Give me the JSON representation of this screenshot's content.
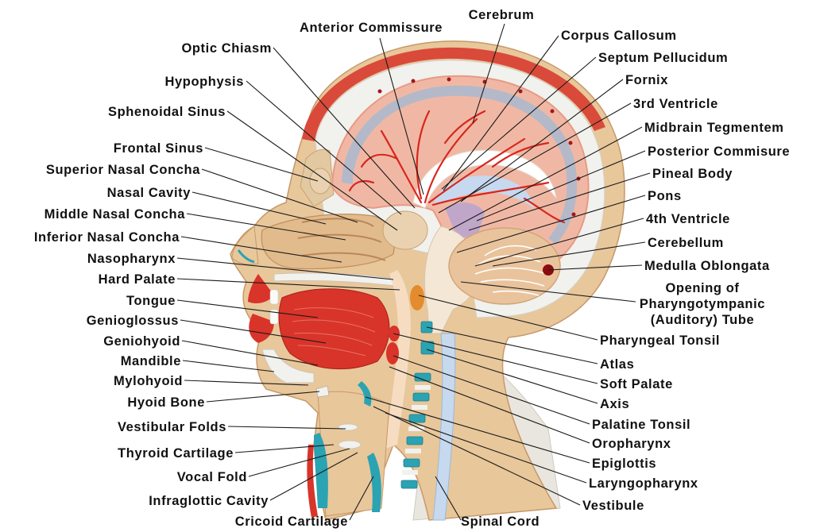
{
  "colors": {
    "skin": "#e8c79b",
    "skin_dark": "#d9a877",
    "scalp_red": "#d94a3a",
    "bone": "#f1f1ee",
    "brain": "#f0b8a4",
    "brain_edge": "#e79a84",
    "vessel": "#d8261e",
    "ventricle_blue": "#c6d9ee",
    "ventricle_purple": "#b7a3d1",
    "cerebellum": "#e9c39c",
    "cartilage_teal": "#2aa3b3",
    "muscle_red": "#d8342a",
    "label_text": "#111111"
  },
  "labels_left": [
    "Optic Chiasm",
    "Hypophysis",
    "Sphenoidal Sinus",
    "Frontal Sinus",
    "Superior Nasal Concha",
    "Nasal Cavity",
    "Middle Nasal Concha",
    "Inferior Nasal Concha",
    "Nasopharynx",
    "Hard Palate",
    "Tongue",
    "Genioglossus",
    "Geniohyoid",
    "Mandible",
    "Mylohyoid",
    "Hyoid Bone",
    "Vestibular Folds",
    "Thyroid Cartilage",
    "Vocal Fold",
    "Infraglottic Cavity",
    "Cricoid Cartilage"
  ],
  "labels_top": [
    "Anterior Commissure",
    "Cerebrum"
  ],
  "labels_right": [
    "Corpus Callosum",
    "Septum Pellucidum",
    "Fornix",
    "3rd Ventricle",
    "Midbrain Tegmentem",
    "Posterior Commisure",
    "Pineal Body",
    "Pons",
    "4th Ventricle",
    "Cerebellum",
    "Medulla Oblongata",
    "Opening of",
    "Pharyngotympanic",
    "(Auditory) Tube",
    "Pharyngeal Tonsil",
    "Atlas",
    "Soft Palate",
    "Axis",
    "Palatine Tonsil",
    "Oropharynx",
    "Epiglottis",
    "Laryngopharynx",
    "Vestibule"
  ],
  "labels_bottom": [
    "Spinal Cord"
  ]
}
